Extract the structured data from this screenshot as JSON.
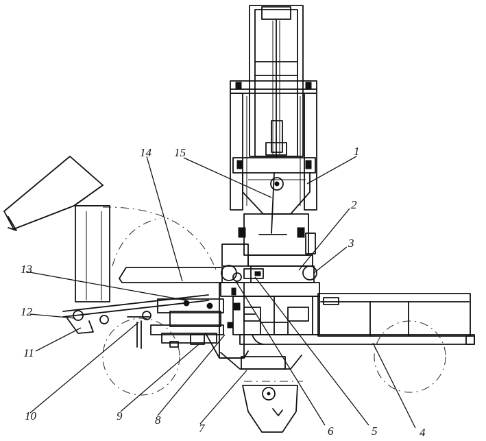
{
  "figure": {
    "callouts": [
      {
        "id": "1",
        "text": "1"
      },
      {
        "id": "2",
        "text": "2"
      },
      {
        "id": "3",
        "text": "3"
      },
      {
        "id": "4",
        "text": "4"
      },
      {
        "id": "5",
        "text": "5"
      },
      {
        "id": "6",
        "text": "6"
      },
      {
        "id": "7",
        "text": "7"
      },
      {
        "id": "8",
        "text": "8"
      },
      {
        "id": "9",
        "text": "9"
      },
      {
        "id": "10",
        "text": "10"
      },
      {
        "id": "11",
        "text": "11"
      },
      {
        "id": "12",
        "text": "12"
      },
      {
        "id": "13",
        "text": "13"
      },
      {
        "id": "14",
        "text": "14"
      },
      {
        "id": "15",
        "text": "15"
      }
    ]
  }
}
